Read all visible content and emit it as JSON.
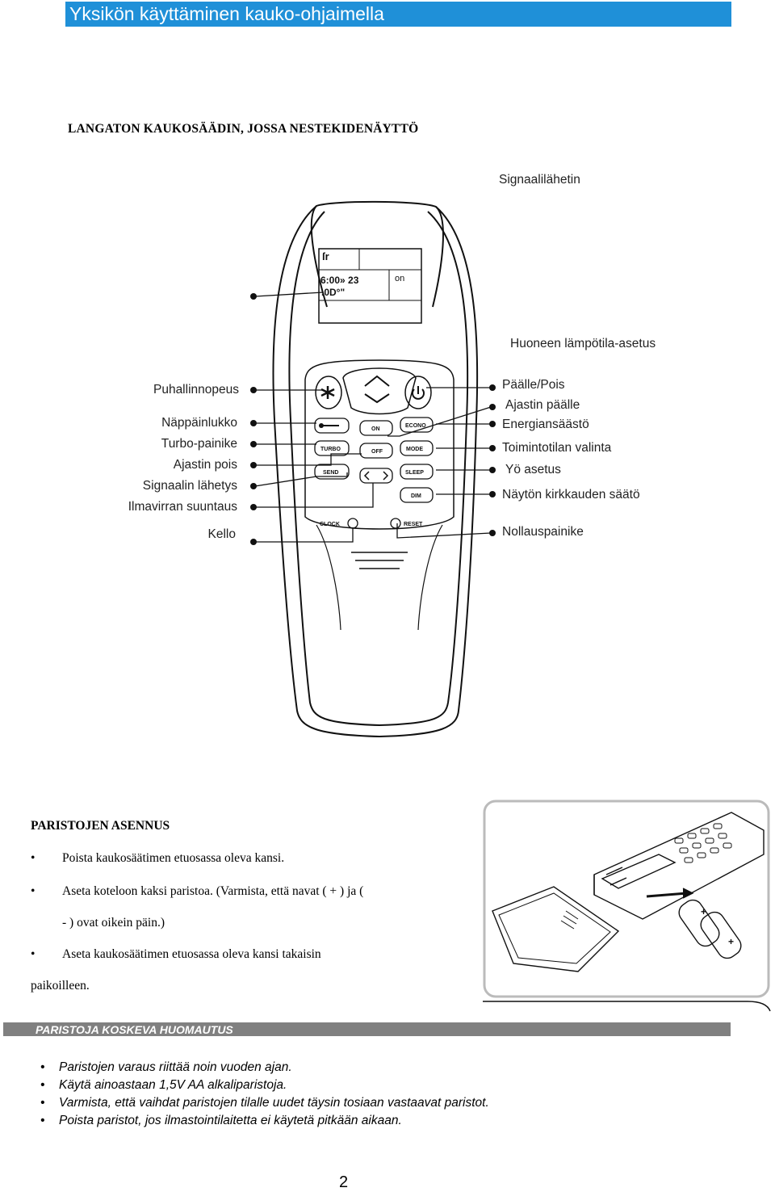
{
  "header": {
    "title": "Yksikön käyttäminen kauko-ohjaimella",
    "color": "#1f90d8"
  },
  "doc_title": "LANGATON KAUKOSÄÄDIN, JOSSA NESTEKIDENÄYTTÖ",
  "display": {
    "line1": "ſr",
    "line2": "6:00» 23",
    "line2_right": "on",
    "line3": ".0D°\""
  },
  "buttons": {
    "on": "ON",
    "off": "OFF",
    "econo": "ECONO",
    "turbo": "TURBO",
    "mode": "MODE",
    "send": "SEND",
    "sleep": "SLEEP",
    "dim": "DIM",
    "clock": "CLOCK",
    "reset": "RESET"
  },
  "labels_left": {
    "fan_speed": "Puhallinnopeus",
    "key_lock": "Näppäinlukko",
    "turbo": "Turbo-painike",
    "timer_off": "Ajastin pois",
    "send": "Signaalin lähetys",
    "airflow": "Ilmavirran suuntaus",
    "clock": "Kello"
  },
  "labels_right": {
    "transmitter": "Signaalilähetin",
    "room_temp": "Huoneen lämpötila-asetus",
    "power": "Päälle/Pois",
    "timer_on": "Ajastin päälle",
    "econo": "Energiansäästö",
    "mode": "Toimintotilan valinta",
    "sleep": "Yö asetus",
    "dim": "Näytön kirkkauden säätö",
    "reset": "Nollauspainike"
  },
  "battery_section": {
    "title": "PARISTOJEN ASENNUS",
    "bullet1": "Poista kaukosäätimen etuosassa oleva kansi.",
    "bullet2a": "Aseta koteloon kaksi paristoa. (Varmista, että navat ( + ) ja (",
    "bullet2b": "- ) ovat oikein päin.)",
    "bullet3a": "Aseta kaukosäätimen etuosassa oleva kansi takaisin",
    "bullet3b": "paikoilleen."
  },
  "battery_note": {
    "title": "PARISTOJA KOSKEVA HUOMAUTUS",
    "items": [
      "Paristojen varaus riittää noin vuoden ajan.",
      "Käytä ainoastaan 1,5V AA alkaliparistoja.",
      "Varmista, että vaihdat paristojen tilalle uudet täysin tosiaan vastaavat paristot.",
      "Poista paristot, jos ilmastointilaitetta ei käytetä pitkään aikaan."
    ]
  },
  "bullet_char": "•",
  "page_number": "2"
}
